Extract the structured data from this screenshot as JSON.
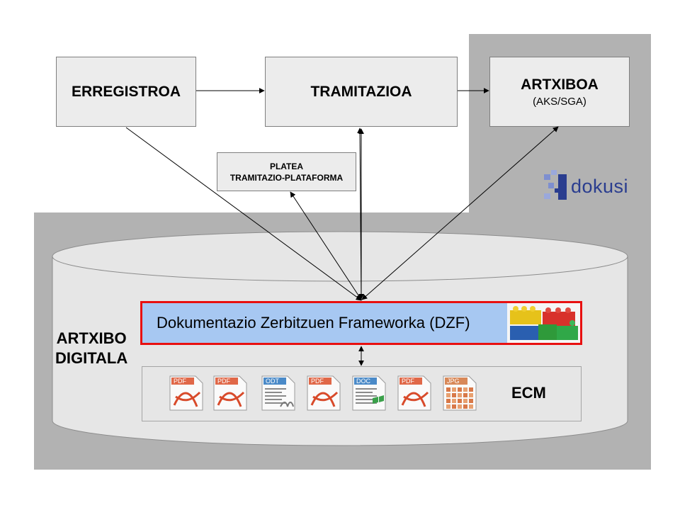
{
  "boxes": {
    "erregistroa": "ERREGISTROA",
    "tramitazioa": "TRAMITAZIOA",
    "artxiboa_title": "ARTXIBOA",
    "artxiboa_sub": "(AKS/SGA)"
  },
  "platea": {
    "line1": "PLATEA",
    "line2": "TRAMITAZIO-PLATAFORMA"
  },
  "logo": {
    "text": "dokusi"
  },
  "repository": {
    "label_line1": "ARTXIBO",
    "label_line2": "DIGITALA"
  },
  "dzf": {
    "label": "Dokumentazio Zerbitzuen Frameworka (DZF)"
  },
  "ecm": {
    "label": "ECM",
    "files": [
      {
        "type": "PDF",
        "icon": "pdf-file-icon"
      },
      {
        "type": "PDF",
        "icon": "pdf-file-icon"
      },
      {
        "type": "ODT",
        "icon": "odt-file-icon"
      },
      {
        "type": "PDF",
        "icon": "pdf-file-icon"
      },
      {
        "type": "DOC",
        "icon": "doc-file-icon"
      },
      {
        "type": "PDF",
        "icon": "pdf-file-icon"
      },
      {
        "type": "JPG",
        "icon": "jpg-file-icon"
      }
    ]
  },
  "colors": {
    "gray_background": "#b2b2b2",
    "dzf_fill": "#a7c8f2",
    "dzf_border": "#e81010",
    "logo_blue": "#2a3d8f"
  }
}
